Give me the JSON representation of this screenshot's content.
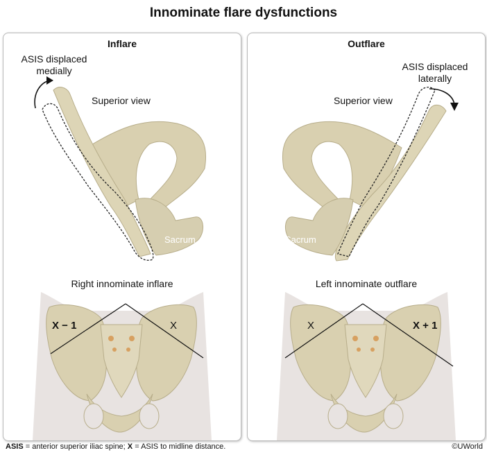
{
  "title": "Innominate flare dysfunctions",
  "panels": {
    "left": {
      "heading": "Inflare",
      "asis_note": "ASIS displaced\nmedially",
      "view_label": "Superior view",
      "sacrum_label": "Sacrum",
      "caption": "Right innominate inflare",
      "dist_a": "X − 1",
      "dist_b": "X"
    },
    "right": {
      "heading": "Outflare",
      "asis_note": "ASIS displaced\nlaterally",
      "view_label": "Superior view",
      "sacrum_label": "Sacrum",
      "caption": "Left innominate outflare",
      "dist_a": "X",
      "dist_b": "X + 1"
    }
  },
  "footnote": {
    "term1": "ASIS",
    "def1": " = anterior superior iliac spine; ",
    "term2": "X",
    "def2": " = ASIS to midline distance."
  },
  "credit": "©UWorld",
  "colors": {
    "bone": "#d9d0b0",
    "bone_dark": "#b7ad8a",
    "skin": "#e8e3e1",
    "border": "#b9b9b9"
  }
}
